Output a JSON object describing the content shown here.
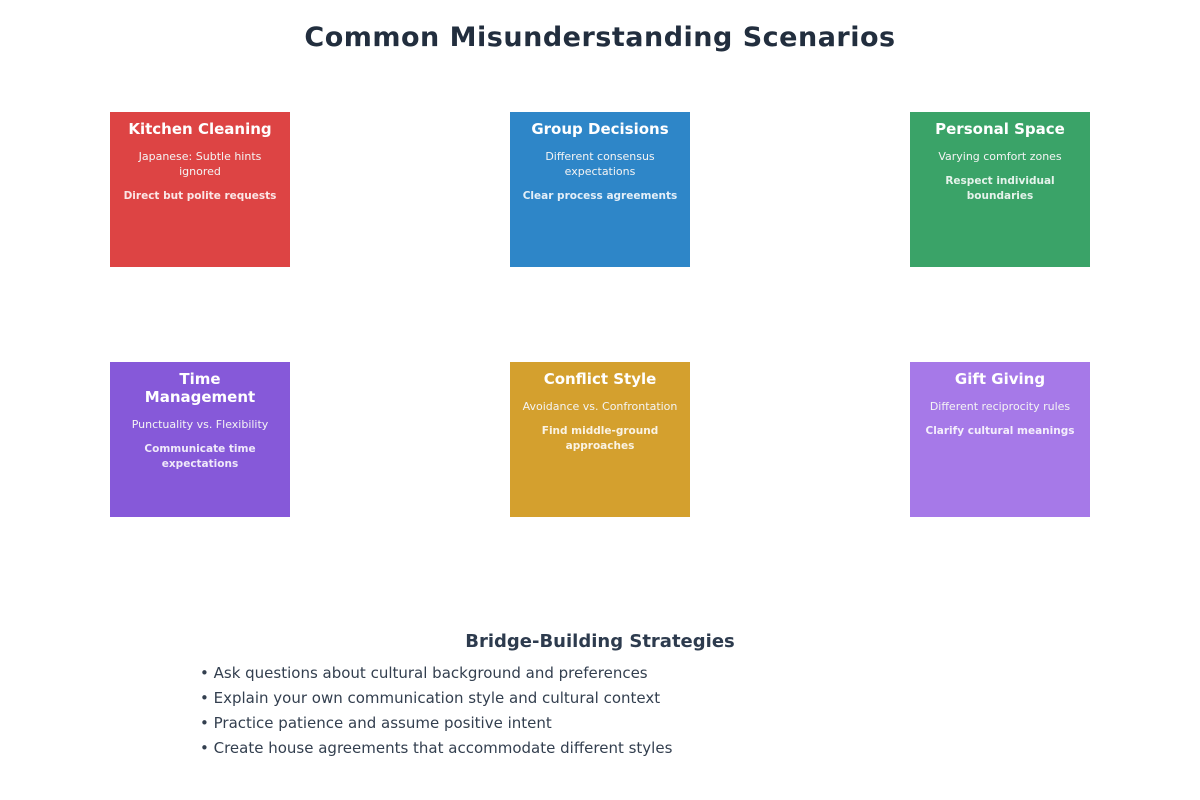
{
  "page": {
    "title": "Common Misunderstanding Scenarios"
  },
  "cards": [
    {
      "title": "Kitchen Cleaning",
      "subtitle": "Japanese: Subtle hints ignored",
      "strategy": "Direct but polite requests",
      "color": "#dd4444"
    },
    {
      "title": "Group Decisions",
      "subtitle": "Different consensus expectations",
      "strategy": "Clear process agreements",
      "color": "#2e86c8"
    },
    {
      "title": "Personal Space",
      "subtitle": "Varying comfort zones",
      "strategy": "Respect individual boundaries",
      "color": "#3aa368"
    },
    {
      "title": "Time Management",
      "subtitle": "Punctuality vs. Flexibility",
      "strategy": "Communicate time expectations",
      "color": "#8659d9"
    },
    {
      "title": "Conflict Style",
      "subtitle": "Avoidance vs. Confrontation",
      "strategy": "Find middle-ground approaches",
      "color": "#d4a02e"
    },
    {
      "title": "Gift Giving",
      "subtitle": "Different reciprocity rules",
      "strategy": "Clarify cultural meanings",
      "color": "#a679e8"
    }
  ],
  "strategies": {
    "title": "Bridge-Building Strategies",
    "items": [
      "• Ask questions about cultural background and preferences",
      "• Explain your own communication style and cultural context",
      "• Practice patience and assume positive intent",
      "• Create house agreements that accommodate different styles"
    ]
  }
}
